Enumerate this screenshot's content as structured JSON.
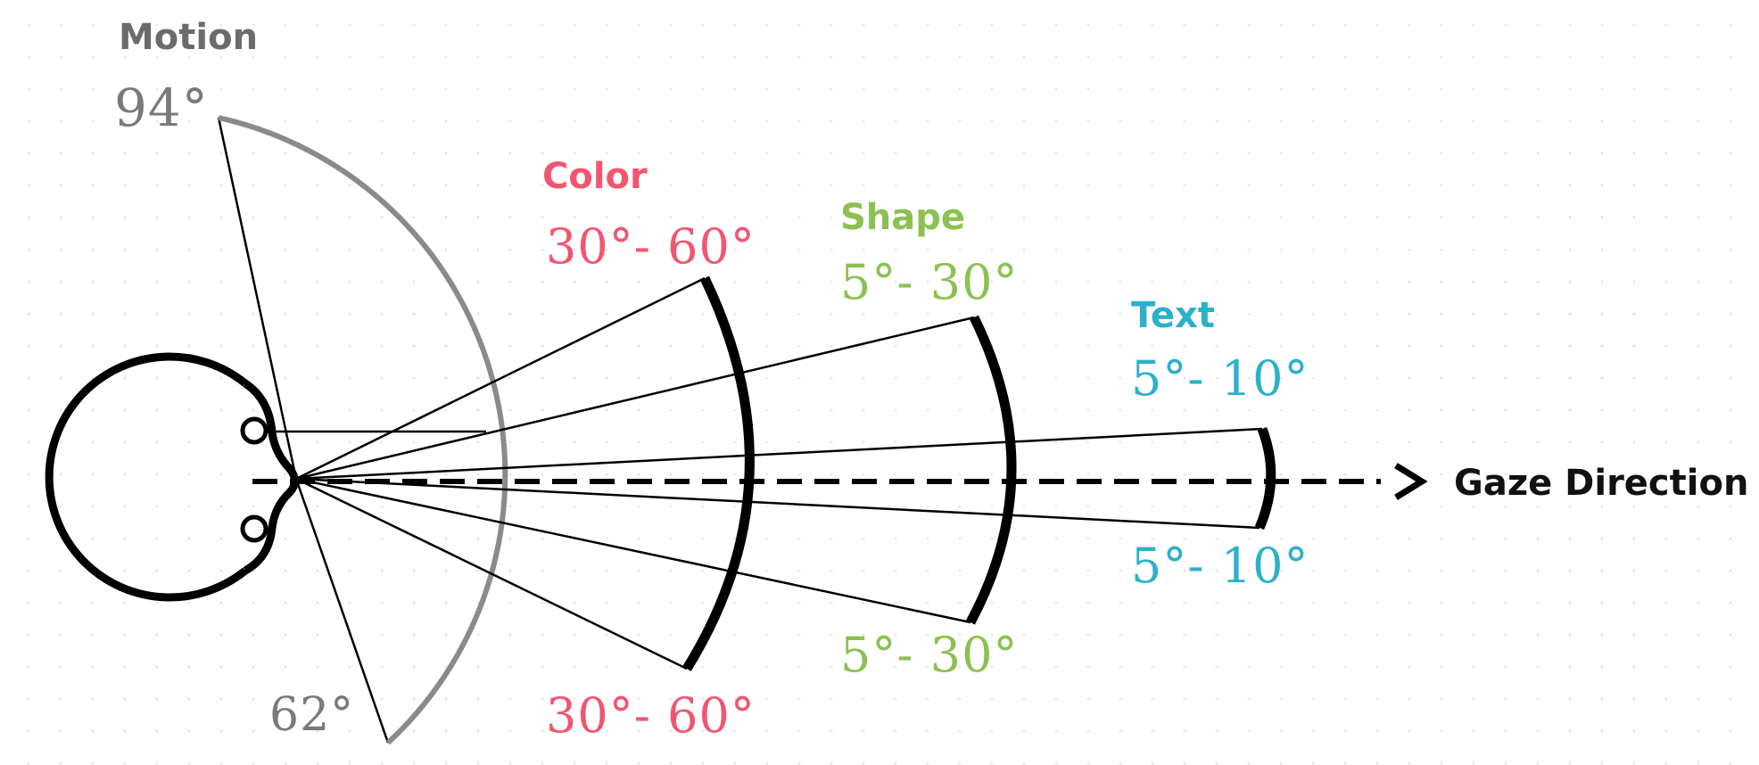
{
  "colors": {
    "motion": "#6b6b6b",
    "color": "#f05670",
    "shape": "#8cc152",
    "text": "#2cb1c9",
    "outline": "#000000",
    "motion_arc": "#8a8a8a"
  },
  "labels": {
    "motion_title": "Motion",
    "motion_top": "94°",
    "motion_bottom": "62°",
    "color_title": "Color",
    "color_top": "30°- 60°",
    "color_bottom": "30°- 60°",
    "shape_title": "Shape",
    "shape_top": "5°- 30°",
    "shape_bottom": "5°- 30°",
    "text_title": "Text",
    "text_top": "5°- 10°",
    "text_bottom": "5°- 10°",
    "gaze": "Gaze Direction"
  },
  "icons": {
    "eye": "eye-icon",
    "gaze_arrow": "arrow-right-icon"
  }
}
